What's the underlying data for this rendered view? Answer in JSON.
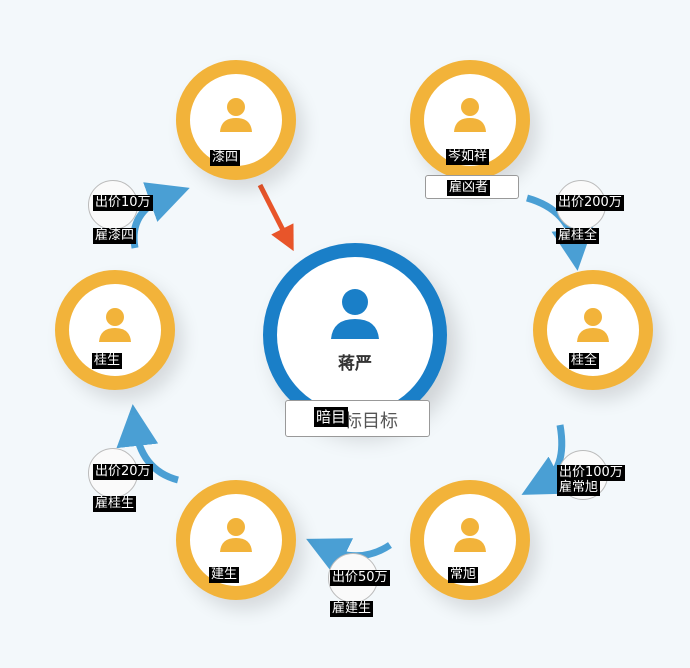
{
  "center": {
    "name": "蒋严",
    "tag_covered": "暗目",
    "tag_visible": "标目标"
  },
  "nodes": [
    {
      "name": "漆四"
    },
    {
      "name": "岑如祥",
      "role": "雇凶者"
    },
    {
      "name": "桂全"
    },
    {
      "name": "常旭"
    },
    {
      "name": "建生"
    },
    {
      "name": "桂生"
    }
  ],
  "bids": [
    {
      "price": "出价10万",
      "hire": "雇漆四"
    },
    {
      "price": "出价200万",
      "hire": "雇桂全"
    },
    {
      "price": "出价100万",
      "hire": "雇常旭"
    },
    {
      "price": "出价50万",
      "hire": "雇建生"
    },
    {
      "price": "出价20万",
      "hire": "雇桂生"
    }
  ],
  "colors": {
    "node_ring": "#f2b33a",
    "center_ring": "#1a7fc8",
    "arrow": "#4a9fd4",
    "target_arrow": "#e8552a"
  }
}
